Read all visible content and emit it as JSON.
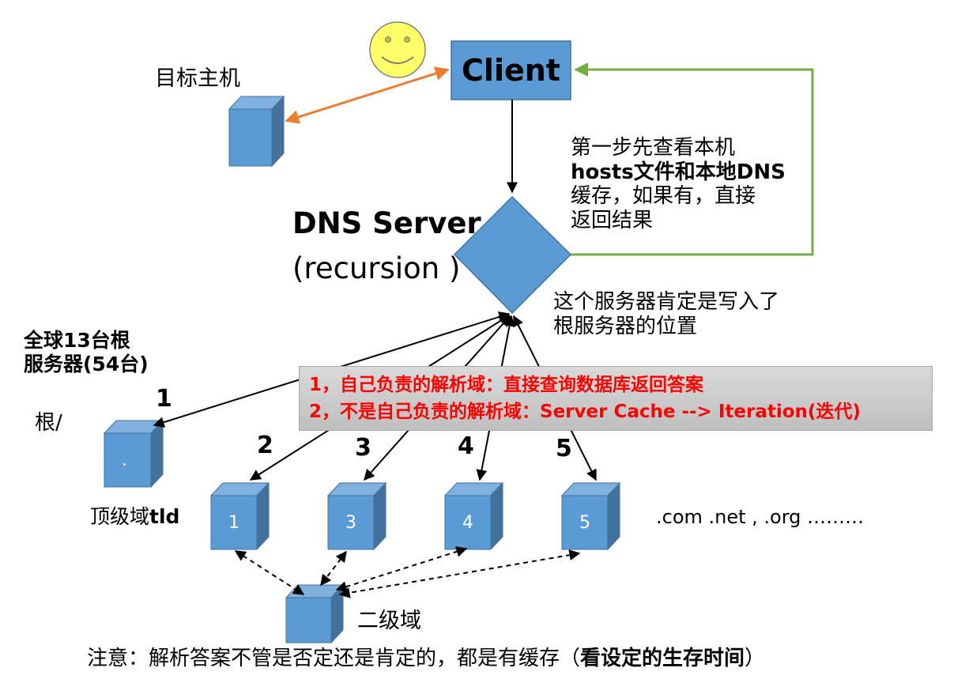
{
  "colors": {
    "shape_fill": "#5b9bd5",
    "shape_stroke": "#41719c",
    "orange_arrow": "#ed7d31",
    "green_arrow": "#70ad47",
    "note_text": "#ff0000",
    "smiley": "#ffff66"
  },
  "labels": {
    "target_host": "目标主机",
    "client": "Client",
    "dns_server": "DNS Server",
    "recursion": "(recursion )",
    "step1_note": [
      "第一步先查看本机",
      "hosts文件和本地DNS",
      "缓存，如果有，直接",
      "返回结果"
    ],
    "server_note": [
      "这个服务器肯定是写入了",
      "根服务器的位置"
    ],
    "global_roots": [
      "全球13台根",
      "服务器(54台)"
    ],
    "root": "根/",
    "root_cube": ".",
    "tld": "顶级域",
    "tld_bold": "tld",
    "second_level": "二级域",
    "domains_list": ".com .net , .org ………",
    "footer_normal": "注意：解析答案不管是否定还是肯定的，都是有缓存（",
    "footer_bold": "看设定的生存时间",
    "footer_close": "）"
  },
  "note_box": {
    "line1": "1，自己负责的解析域：直接查询数据库返回答案",
    "line2": "2，不是自己负责的解析域：Server Cache --> Iteration(迭代)"
  },
  "steps": [
    "1",
    "2",
    "3",
    "4",
    "5"
  ],
  "tld_cubes": [
    "1",
    "3",
    "4",
    "5"
  ]
}
